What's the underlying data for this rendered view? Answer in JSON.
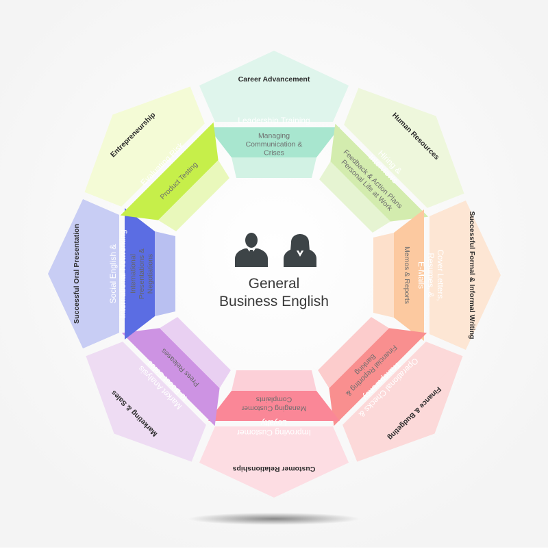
{
  "center": {
    "line1": "General",
    "line2": "Business English",
    "icons": [
      "businessman-icon",
      "businesswoman-icon"
    ]
  },
  "segments": [
    {
      "id": "career",
      "outer": "Career Advancement",
      "mid": [
        "Leadership Training"
      ],
      "inner": [
        "Managing",
        "Communication &",
        "Crises"
      ],
      "colors": {
        "outer": "#dff5ec",
        "mid": "#a8e6cf",
        "inner": "#d2f2e4"
      }
    },
    {
      "id": "hr",
      "outer": "Human Resources",
      "mid": [
        "Hiring &",
        "Interviews"
      ],
      "inner": [
        "Feedback & Action Plans",
        "Personal Life at Work"
      ],
      "colors": {
        "outer": "#eef7dc",
        "mid": "#d3ecae",
        "inner": "#e6f4d2"
      }
    },
    {
      "id": "formal",
      "outer": "Successful Formal & Informal Writing",
      "mid": [
        "Cover Letters,",
        "Resumes, &",
        "E-Mails"
      ],
      "inner": [
        "Memos & Reports"
      ],
      "colors": {
        "outer": "#fde6d4",
        "mid": "#fcc9a0",
        "inner": "#fde0cb"
      }
    },
    {
      "id": "finance",
      "outer": "Finance & Budgeting",
      "mid": [
        "Operational Checks &",
        "Transparency"
      ],
      "inner": [
        "Financial Reporting &",
        "Banking"
      ],
      "colors": {
        "outer": "#fcd9d9",
        "mid": "#f98f8f",
        "inner": "#fccccc"
      }
    },
    {
      "id": "customer",
      "outer": "Customer Relationships",
      "mid": [
        "Improving Customer",
        "Loyalty"
      ],
      "inner": [
        "Managing Customer",
        "Complaints"
      ],
      "colors": {
        "outer": "#fddde3",
        "mid": "#fa8797",
        "inner": "#fcd0d8"
      }
    },
    {
      "id": "marketing",
      "outer": "Marketing & Sales",
      "mid": [
        "Market Analysis",
        "to Boost Sales"
      ],
      "inner": [
        "Press Releases"
      ],
      "colors": {
        "outer": "#eedcf3",
        "mid": "#cd93e3",
        "inner": "#e9d0f2"
      }
    },
    {
      "id": "oral",
      "outer": "Successful Oral Presentation",
      "mid": [
        "Social English &",
        "International Networking"
      ],
      "inner": [
        "International",
        "Presentations &",
        "Negotiations"
      ],
      "colors": {
        "outer": "#c8cdf4",
        "mid": "#5b6de3",
        "inner": "#b9c0f1"
      }
    },
    {
      "id": "entrepreneurship",
      "outer": "Entrepreneurship",
      "mid": [
        "Evaluating Risk"
      ],
      "inner": [
        "Product Testing"
      ],
      "colors": {
        "outer": "#f4fbd6",
        "mid": "#c6ef4a",
        "inner": "#e9f8bb"
      }
    }
  ]
}
